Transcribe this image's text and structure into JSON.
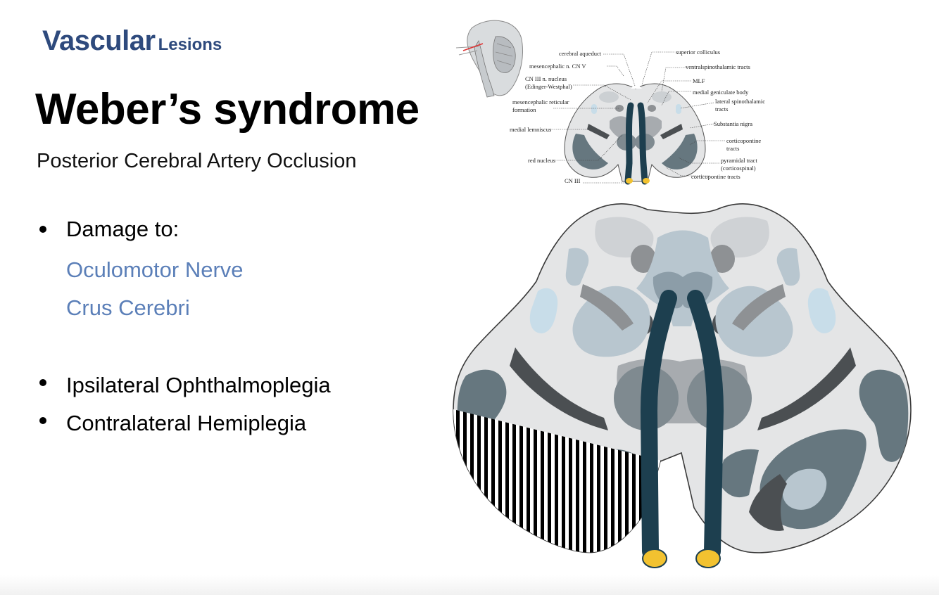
{
  "header": {
    "word_large": "Vascular",
    "word_small": "Lesions"
  },
  "title": "Weber’s syndrome",
  "subtitle": "Posterior Cerebral Artery Occlusion",
  "bullets": {
    "damage_label": "Damage to:",
    "damage_items": [
      "Oculomotor Nerve",
      "Crus Cerebri"
    ],
    "effects": [
      "Ipsilateral Ophthalmoplegia",
      "Contralateral Hemiplegia"
    ]
  },
  "diagram_labels": {
    "cerebral_aqueduct": "cerebral aqueduct",
    "mesencephalic_cn_v": "mesencephalic n. CN V",
    "cn3_nucleus_1": "CN III n. nucleus",
    "cn3_nucleus_2": "(Edinger-Westphal)",
    "reticular_1": "mesencephalic reticular",
    "reticular_2": "formation",
    "medial_lemniscus": "medial lemniscus",
    "red_nucleus": "red nucleus",
    "cn3": "CN III",
    "superior_colliculus": "superior colliculus",
    "ventral_spinothalamic": "ventralspinothalamic tracts",
    "mlf": "MLF",
    "medial_geniculate": "medial geniculate body",
    "lateral_spinothalamic_1": "lateral spinothalamic",
    "lateral_spinothalamic_2": "tracts",
    "substantia_nigra": "Substantia nigra",
    "corticopontine_1": "corticopontine",
    "corticopontine_2": "tracts",
    "pyramidal_1": "pyramidal tract",
    "pyramidal_2": "(corticospinal)",
    "corticopontine_tracts": "corticopontine tracts"
  },
  "colors": {
    "heading": "#2e4a7d",
    "highlight_text": "#5b7fb8",
    "nerve": "#1d3f4f",
    "nerve_tip": "#f2c230",
    "brain_base": "#e4e5e6",
    "tract_dark": "#66777f",
    "tract_light": "#b8c6cf",
    "lesion_hatch": "#000000"
  }
}
